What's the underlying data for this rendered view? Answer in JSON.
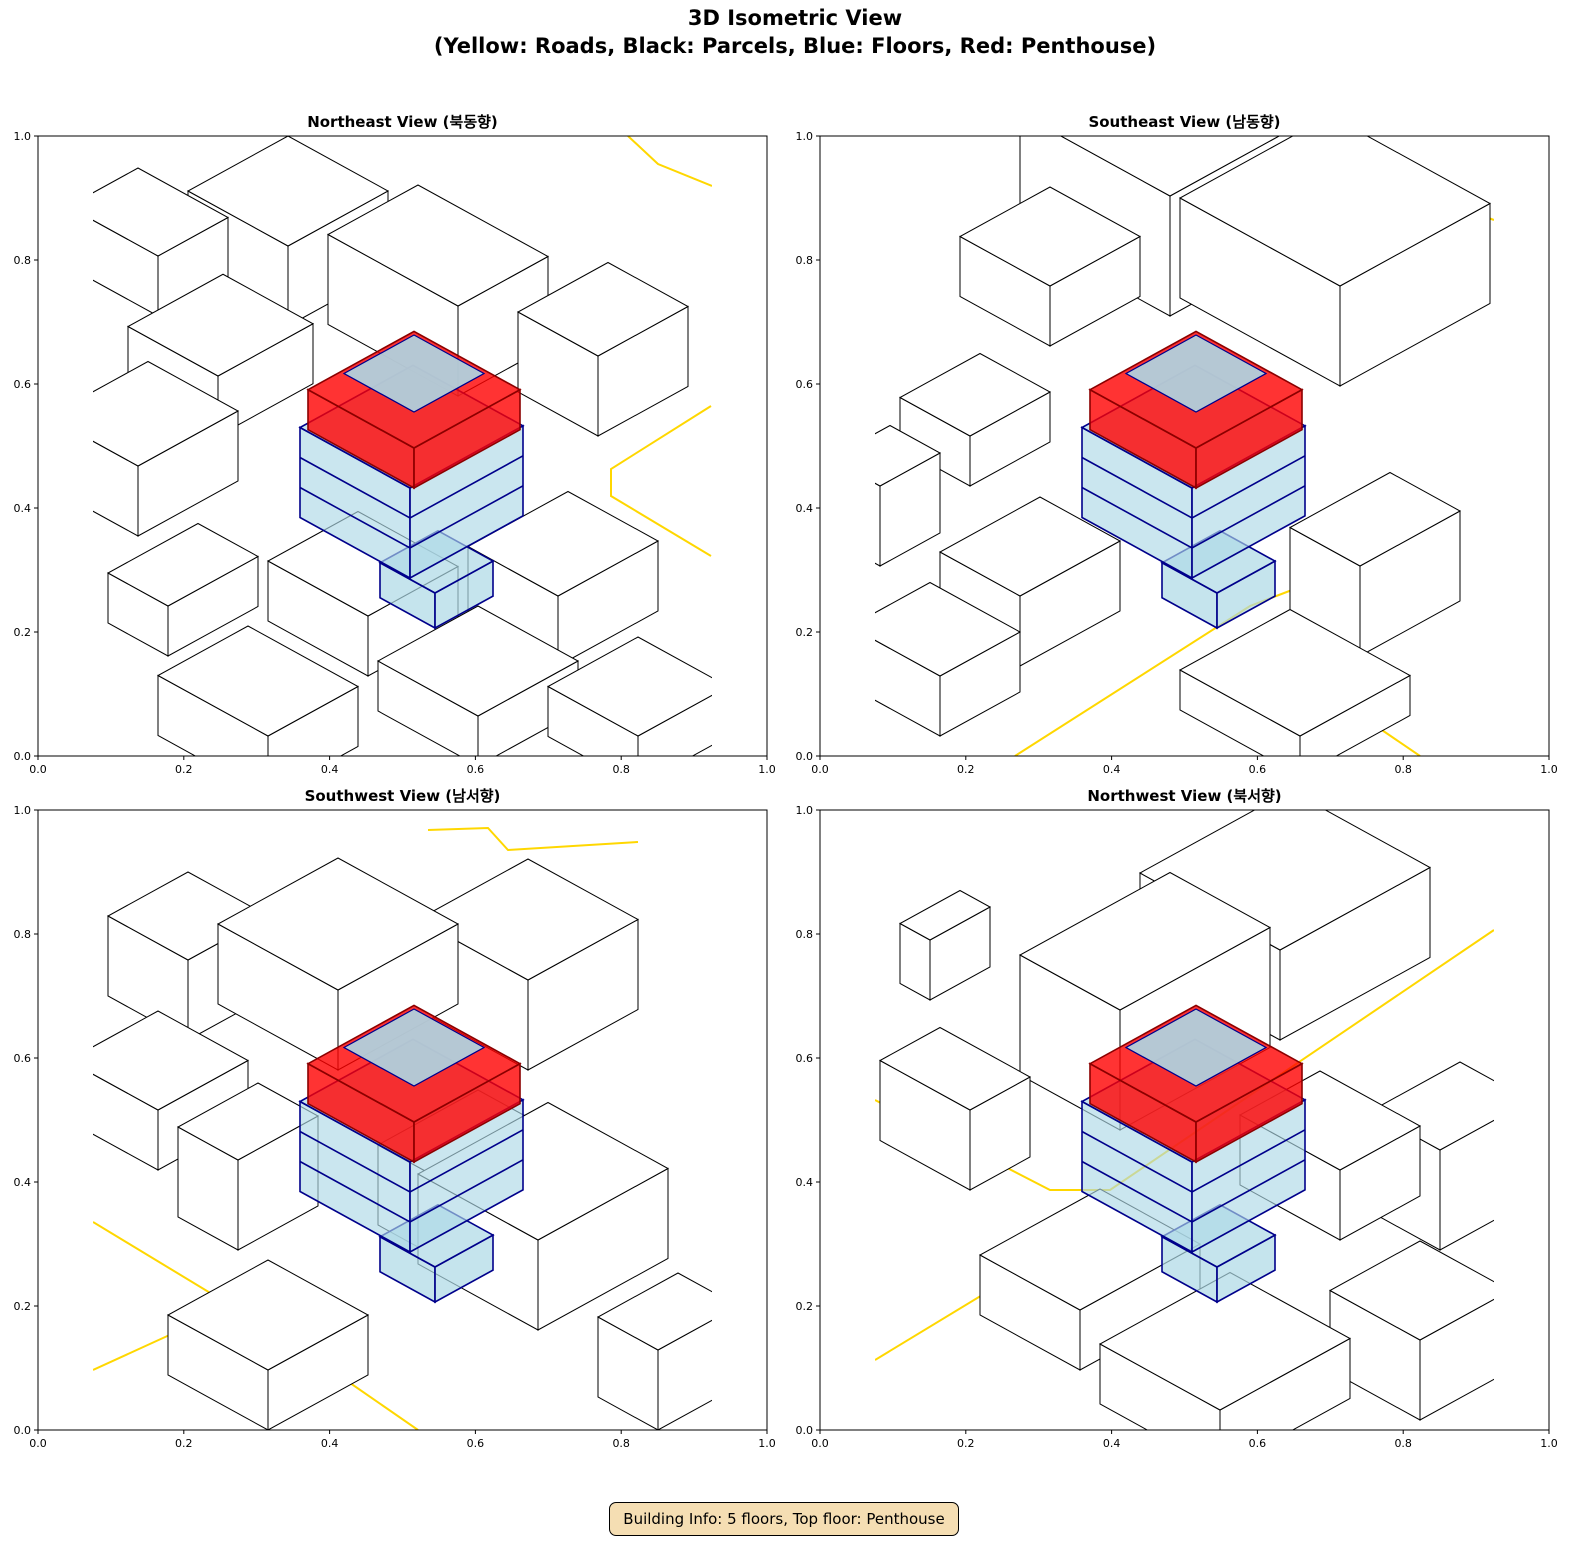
{
  "title_line1": "3D Isometric View",
  "title_line2": "(Yellow: Roads, Black: Parcels, Blue: Floors, Red: Penthouse)",
  "colors": {
    "roads": "#ffd700",
    "parcels": "#000000",
    "floors": "#add8e6",
    "floor_edges": "#00008b",
    "penthouse": "#ff0000"
  },
  "chart_data": {
    "type": "diagram",
    "panels": [
      {
        "title": "Northeast View (북동향)",
        "xlim": [
          0,
          1
        ],
        "ylim": [
          0,
          1
        ]
      },
      {
        "title": "Southeast View (남동향)",
        "xlim": [
          0,
          1
        ],
        "ylim": [
          0,
          1
        ]
      },
      {
        "title": "Southwest View (남서향)",
        "xlim": [
          0,
          1
        ],
        "ylim": [
          0,
          1
        ]
      },
      {
        "title": "Northwest View (북서향)",
        "xlim": [
          0,
          1
        ],
        "ylim": [
          0,
          1
        ]
      }
    ],
    "ticks": [
      "0.0",
      "0.2",
      "0.4",
      "0.6",
      "0.8",
      "1.0"
    ],
    "building": {
      "floors": 5,
      "top_floor": "Penthouse"
    }
  },
  "footer": "Building Info: 5 floors, Top floor: Penthouse"
}
